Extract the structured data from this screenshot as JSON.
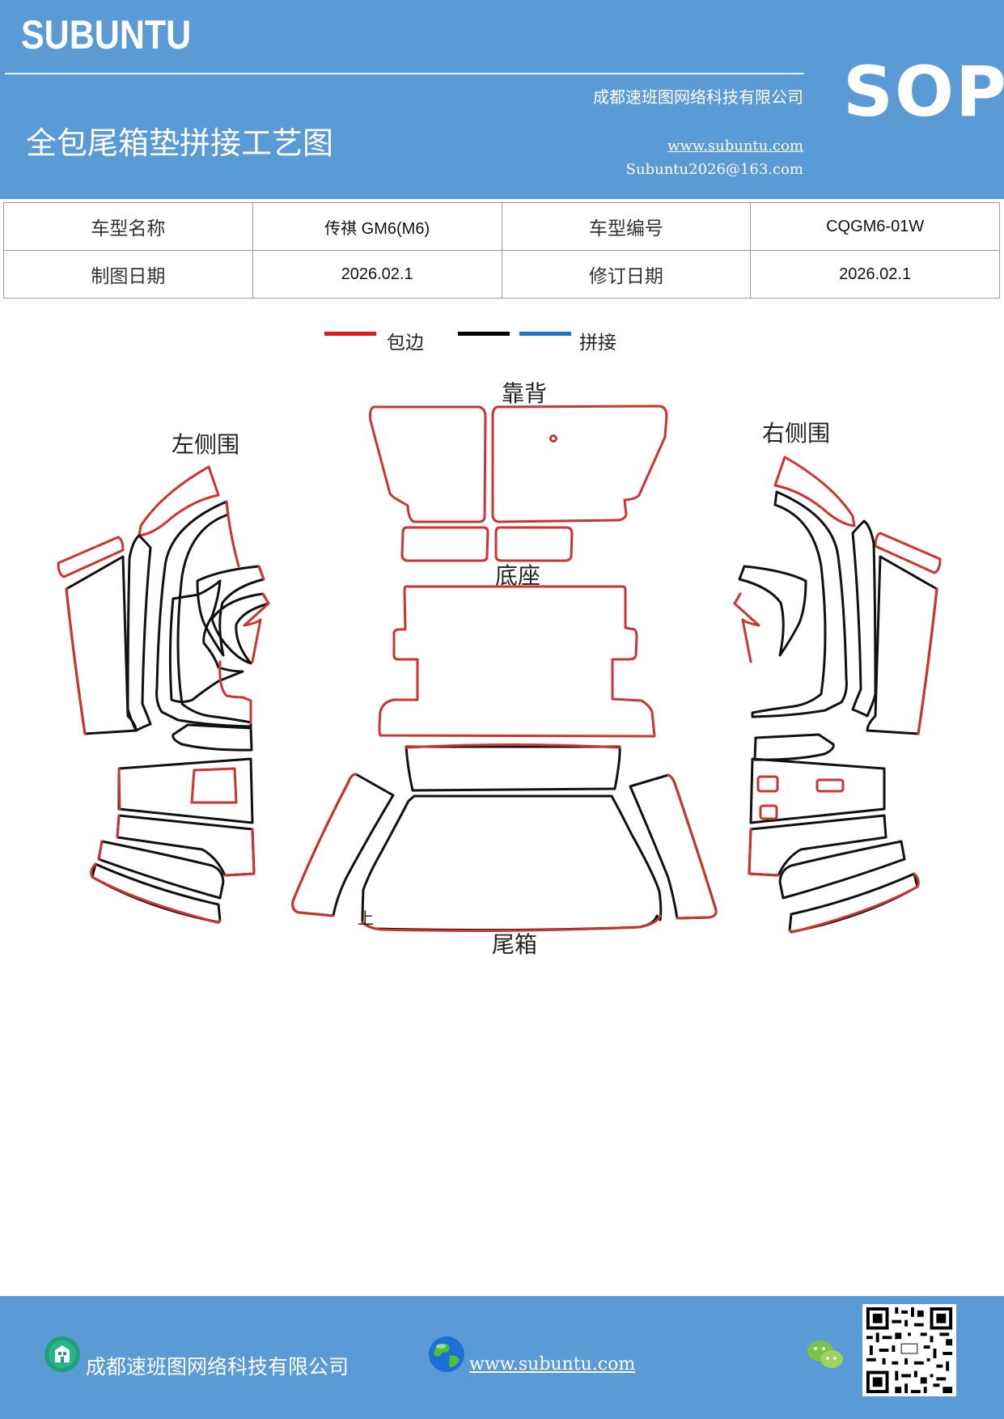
{
  "header": {
    "brand": "SUBUNTU",
    "company": "成都速班图网络科技有限公司",
    "title": "全包尾箱垫拼接工艺图",
    "website": "www.subuntu.com",
    "email": "Subuntu2026@163.com",
    "badge": "SOP"
  },
  "info": {
    "model_name_label": "车型名称",
    "model_name_value": "传祺 GM6(M6)",
    "model_code_label": "车型编号",
    "model_code_value": "CQGM6-01W",
    "draw_date_label": "制图日期",
    "draw_date_value": "2026.02.1",
    "revise_date_label": "修订日期",
    "revise_date_value": "2026.02.1"
  },
  "legend": {
    "edge_label": "包边",
    "joint_label": "拼接",
    "edge_color": "#e8141c",
    "line_color": "#000000",
    "joint_color": "#1e73c8"
  },
  "diagram": {
    "backrest": "靠背",
    "left_side": "左侧围",
    "right_side": "右侧围",
    "seat": "底座",
    "trunk": "尾箱",
    "mark": "上",
    "outline_color": "#cc3333",
    "seam_color": "#111111"
  },
  "footer": {
    "company": "成都速班图网络科技有限公司",
    "website": "www.subuntu.com",
    "icons": [
      "building-icon",
      "globe-icon",
      "wechat-icon",
      "qr-code"
    ]
  },
  "colors": {
    "header_bg": "#5b9bd5",
    "footer_bg": "#5b9bd5"
  }
}
